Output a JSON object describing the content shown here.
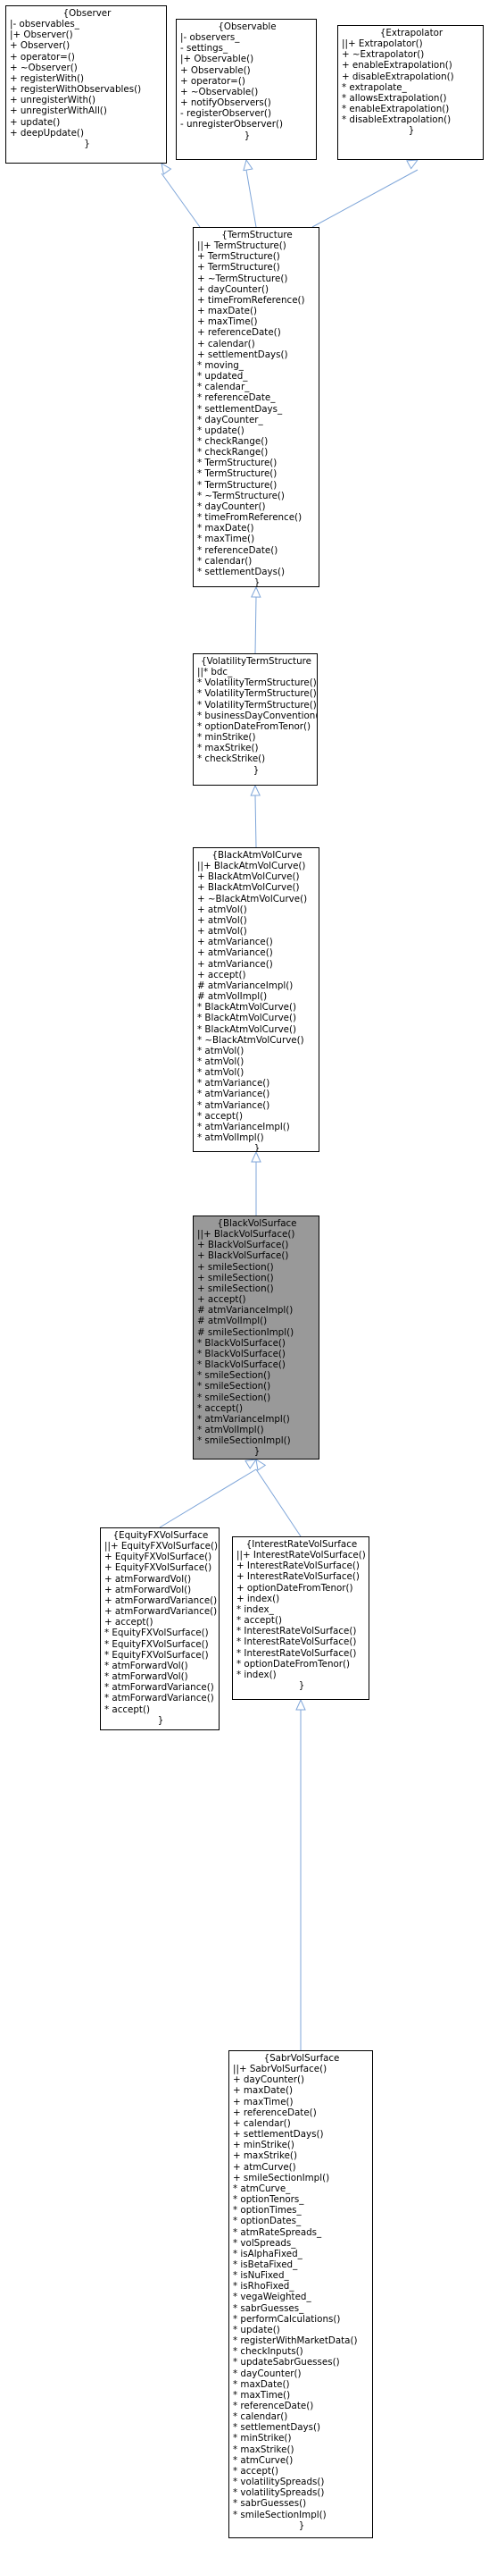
{
  "diagram": {
    "type": "class-inheritance-graph",
    "colors": {
      "edge": "#7fa6d9",
      "highlight_fill": "#999999",
      "node_fill": "#ffffff",
      "border": "#000000"
    },
    "nodes": [
      {
        "id": "observer",
        "title": "{Observer",
        "lines": [
          "|- observables_",
          "|+ Observer()",
          "+ Observer()",
          "+ operator=()",
          "+ ~Observer()",
          "+ registerWith()",
          "+ registerWithObservables()",
          "+ unregisterWith()",
          "+ unregisterWithAll()",
          "+ update()",
          "+ deepUpdate()"
        ],
        "closer": "}"
      },
      {
        "id": "observable",
        "title": "{Observable",
        "lines": [
          "|- observers_",
          "- settings_",
          "|+ Observable()",
          "+ Observable()",
          "+ operator=()",
          "+ ~Observable()",
          "+ notifyObservers()",
          "- registerObserver()",
          "- unregisterObserver()"
        ],
        "closer": "}"
      },
      {
        "id": "extrapolator",
        "title": "{Extrapolator",
        "lines": [
          "||+ Extrapolator()",
          "+ ~Extrapolator()",
          "+ enableExtrapolation()",
          "+ disableExtrapolation()",
          "* extrapolate_",
          "* allowsExtrapolation()",
          "* enableExtrapolation()",
          "* disableExtrapolation()"
        ],
        "closer": "}"
      },
      {
        "id": "termstructure",
        "title": "{TermStructure",
        "lines": [
          "||+ TermStructure()",
          "+ TermStructure()",
          "+ TermStructure()",
          "+ ~TermStructure()",
          "+ dayCounter()",
          "+ timeFromReference()",
          "+ maxDate()",
          "+ maxTime()",
          "+ referenceDate()",
          "+ calendar()",
          "+ settlementDays()",
          "* moving_",
          "* updated_",
          "* calendar_",
          "* referenceDate_",
          "* settlementDays_",
          "* dayCounter_",
          "* update()",
          "* checkRange()",
          "* checkRange()",
          "* TermStructure()",
          "* TermStructure()",
          "* TermStructure()",
          "* ~TermStructure()",
          "* dayCounter()",
          "* timeFromReference()",
          "* maxDate()",
          "* maxTime()",
          "* referenceDate()",
          "* calendar()",
          "* settlementDays()"
        ],
        "closer": "}"
      },
      {
        "id": "voltermstructure",
        "title": "{VolatilityTermStructure",
        "lines": [
          "||* bdc_",
          "* VolatilityTermStructure()",
          "* VolatilityTermStructure()",
          "* VolatilityTermStructure()",
          "* businessDayConvention()",
          "* optionDateFromTenor()",
          "* minStrike()",
          "* maxStrike()",
          "* checkStrike()"
        ],
        "closer": "}"
      },
      {
        "id": "blackatmvolcurve",
        "title": "{BlackAtmVolCurve",
        "lines": [
          "||+ BlackAtmVolCurve()",
          "+ BlackAtmVolCurve()",
          "+ BlackAtmVolCurve()",
          "+ ~BlackAtmVolCurve()",
          "+ atmVol()",
          "+ atmVol()",
          "+ atmVol()",
          "+ atmVariance()",
          "+ atmVariance()",
          "+ atmVariance()",
          "+ accept()",
          "# atmVarianceImpl()",
          "# atmVolImpl()",
          "* BlackAtmVolCurve()",
          "* BlackAtmVolCurve()",
          "* BlackAtmVolCurve()",
          "* ~BlackAtmVolCurve()",
          "* atmVol()",
          "* atmVol()",
          "* atmVol()",
          "* atmVariance()",
          "* atmVariance()",
          "* atmVariance()",
          "* accept()",
          "* atmVarianceImpl()",
          "* atmVolImpl()"
        ],
        "closer": "}"
      },
      {
        "id": "blackvolsurface",
        "title": "{BlackVolSurface",
        "highlight": true,
        "lines": [
          "||+ BlackVolSurface()",
          "+ BlackVolSurface()",
          "+ BlackVolSurface()",
          "+ smileSection()",
          "+ smileSection()",
          "+ smileSection()",
          "+ accept()",
          "# atmVarianceImpl()",
          "# atmVolImpl()",
          "# smileSectionImpl()",
          "* BlackVolSurface()",
          "* BlackVolSurface()",
          "* BlackVolSurface()",
          "* smileSection()",
          "* smileSection()",
          "* smileSection()",
          "* accept()",
          "* atmVarianceImpl()",
          "* atmVolImpl()",
          "* smileSectionImpl()"
        ],
        "closer": "}"
      },
      {
        "id": "equityfxvolsurface",
        "title": "{EquityFXVolSurface",
        "lines": [
          "||+ EquityFXVolSurface()",
          "+ EquityFXVolSurface()",
          "+ EquityFXVolSurface()",
          "+ atmForwardVol()",
          "+ atmForwardVol()",
          "+ atmForwardVariance()",
          "+ atmForwardVariance()",
          "+ accept()",
          "* EquityFXVolSurface()",
          "* EquityFXVolSurface()",
          "* EquityFXVolSurface()",
          "* atmForwardVol()",
          "* atmForwardVol()",
          "* atmForwardVariance()",
          "* atmForwardVariance()",
          "* accept()"
        ],
        "closer": "}"
      },
      {
        "id": "interestratevolsurface",
        "title": "{InterestRateVolSurface",
        "lines": [
          "||+ InterestRateVolSurface()",
          "+ InterestRateVolSurface()",
          "+ InterestRateVolSurface()",
          "+ optionDateFromTenor()",
          "+ index()",
          "* index_",
          "* accept()",
          "* InterestRateVolSurface()",
          "* InterestRateVolSurface()",
          "* InterestRateVolSurface()",
          "* optionDateFromTenor()",
          "* index()"
        ],
        "closer": "}"
      },
      {
        "id": "sabrvolsurface",
        "title": "{SabrVolSurface",
        "lines": [
          "||+ SabrVolSurface()",
          "+ dayCounter()",
          "+ maxDate()",
          "+ maxTime()",
          "+ referenceDate()",
          "+ calendar()",
          "+ settlementDays()",
          "+ minStrike()",
          "+ maxStrike()",
          "+ atmCurve()",
          "+ smileSectionImpl()",
          "* atmCurve_",
          "* optionTenors_",
          "* optionTimes_",
          "* optionDates_",
          "* atmRateSpreads_",
          "* volSpreads_",
          "* isAlphaFixed_",
          "* isBetaFixed_",
          "* isNuFixed_",
          "* isRhoFixed_",
          "* vegaWeighted_",
          "* sabrGuesses_",
          "* performCalculations()",
          "* update()",
          "* registerWithMarketData()",
          "* checkInputs()",
          "* updateSabrGuesses()",
          "* dayCounter()",
          "* maxDate()",
          "* maxTime()",
          "* referenceDate()",
          "* calendar()",
          "* settlementDays()",
          "* minStrike()",
          "* maxStrike()",
          "* atmCurve()",
          "* accept()",
          "* volatilitySpreads()",
          "* volatilitySpreads()",
          "* sabrGuesses()",
          "* smileSectionImpl()"
        ],
        "closer": "}"
      }
    ],
    "edges": [
      {
        "from": "termstructure",
        "to": "observer"
      },
      {
        "from": "termstructure",
        "to": "observable"
      },
      {
        "from": "termstructure",
        "to": "extrapolator"
      },
      {
        "from": "voltermstructure",
        "to": "termstructure"
      },
      {
        "from": "blackatmvolcurve",
        "to": "voltermstructure"
      },
      {
        "from": "blackvolsurface",
        "to": "blackatmvolcurve"
      },
      {
        "from": "equityfxvolsurface",
        "to": "blackvolsurface"
      },
      {
        "from": "interestratevolsurface",
        "to": "blackvolsurface"
      },
      {
        "from": "sabrvolsurface",
        "to": "interestratevolsurface"
      }
    ]
  }
}
